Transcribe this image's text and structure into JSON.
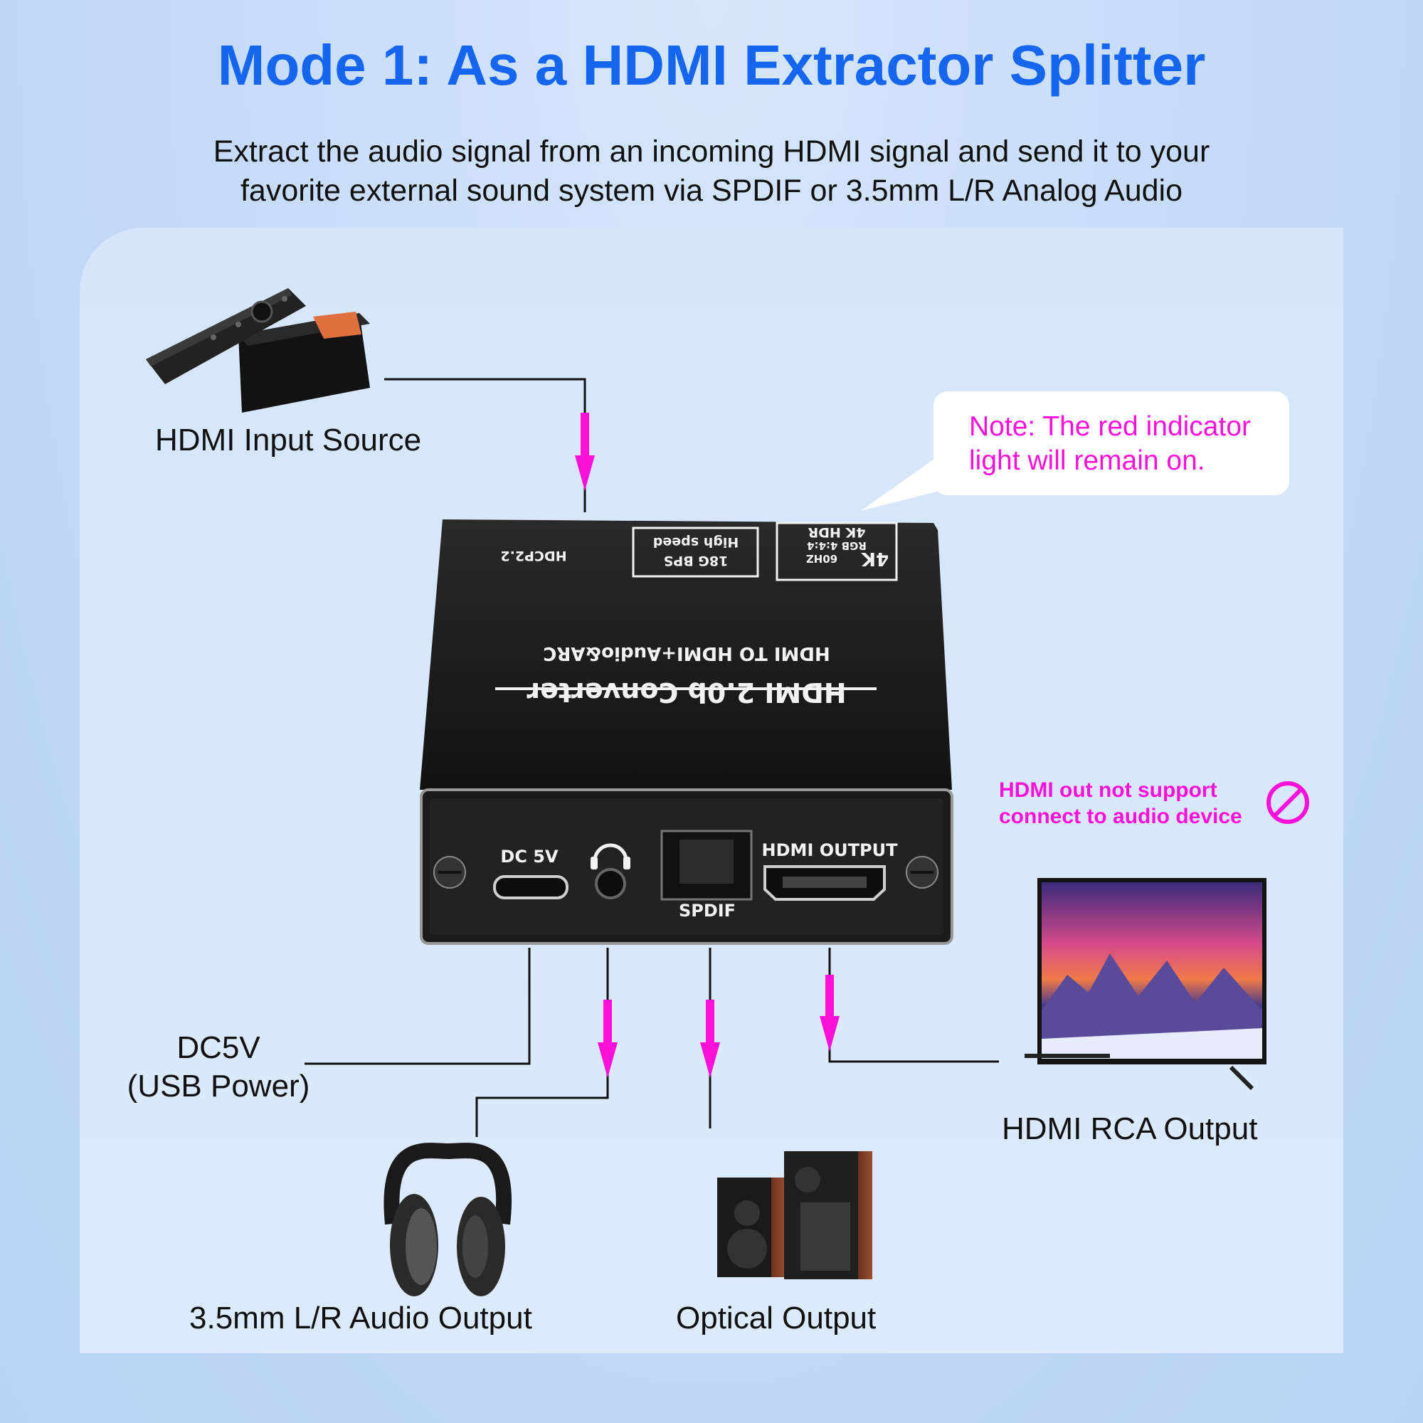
{
  "header": {
    "title": "Mode 1: As a HDMI Extractor Splitter",
    "subtitle_line1": "Extract the audio signal from an incoming HDMI signal and send it to your",
    "subtitle_line2": "favorite external sound system via SPDIF or 3.5mm L/R Analog Audio"
  },
  "labels": {
    "input_source": "HDMI Input Source",
    "dc_line1": "DC5V",
    "dc_line2": "(USB Power)",
    "audio_output": "3.5mm L/R Audio Output",
    "optical_output": "Optical Output",
    "tv_output": "HDMI RCA Output"
  },
  "note": {
    "line1": "Note: The red indicator",
    "line2": "light will remain on."
  },
  "warning": {
    "line1": "HDMI out not support",
    "line2": "connect to audio device",
    "icon": "prohibited-icon"
  },
  "device": {
    "top_title": "HDMI 2.0b Converter",
    "top_subtitle": "HDMI TO HDMI+Audio&ARC",
    "badge_hdcp": "HDCP2.2",
    "badge_bps_line1": "18G BPS",
    "badge_bps_line2": "High speed",
    "badge_4k_hz": "60HZ",
    "badge_4k_rgb": "RGB 4:4:4",
    "badge_4k_hdr": "4K HDR",
    "badge_4k_big": "4K",
    "port_dc": "DC 5V",
    "port_spdif": "SPDIF",
    "port_hdmi": "HDMI OUTPUT",
    "headphone_icon": "headphone-icon"
  },
  "colors": {
    "title": "#1565ee",
    "arrow": "#ff10d8",
    "note_text": "#ff10d8",
    "line": "#111111"
  }
}
